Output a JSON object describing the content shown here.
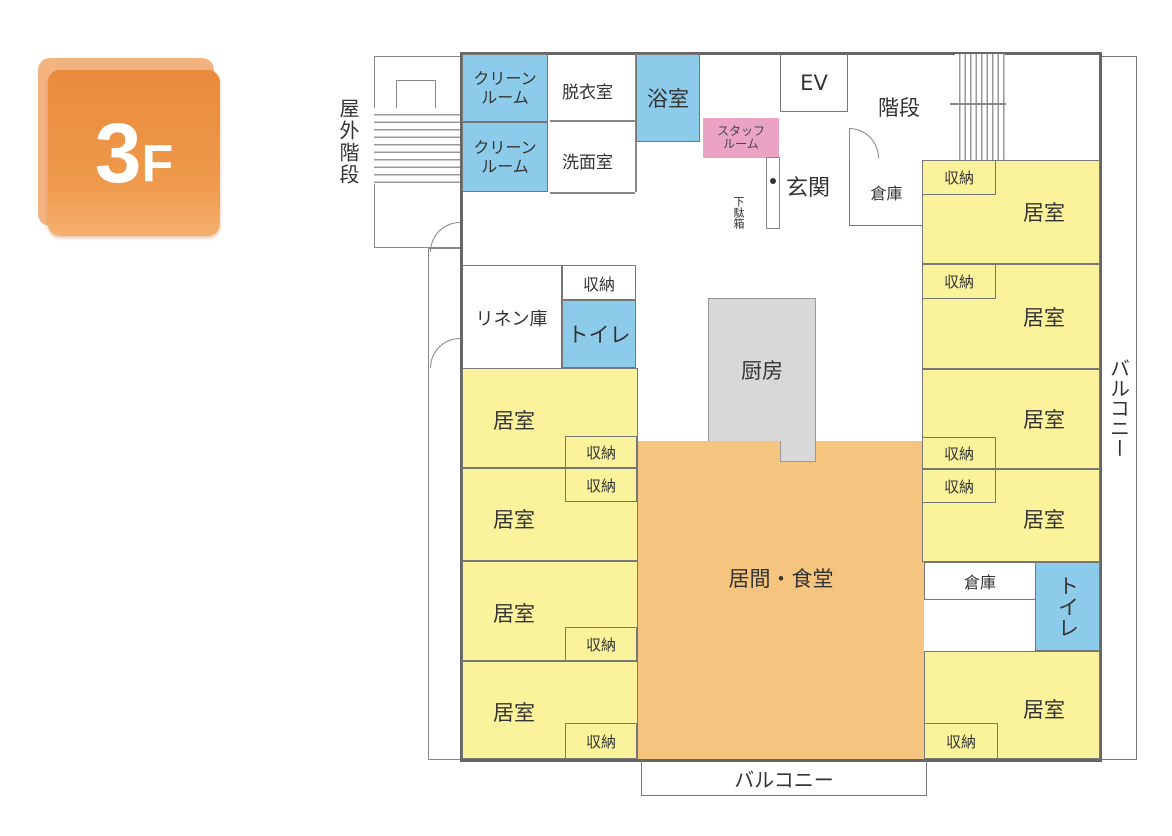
{
  "floor_badge": {
    "number": "3",
    "suffix": "F",
    "color": "#ec8c3e"
  },
  "outdoor_stairs": "屋外階段",
  "rooms": {
    "clean_room_1": "クリーンルーム",
    "clean_room_2": "クリーンルーム",
    "dressing_room": "脱衣室",
    "washroom": "洗面室",
    "bathroom": "浴室",
    "staff_room": "スタッフルーム",
    "elevator": "EV",
    "stairs": "階段",
    "entrance": "玄関",
    "shoe_box": "下駄箱",
    "storehouse_top": "倉庫",
    "linen_room": "リネン庫",
    "storage": "収納",
    "toilet_left": "トイレ",
    "kitchen": "厨房",
    "living_dining": "居間・食堂",
    "bedroom": "居室",
    "storehouse_right": "倉庫",
    "toilet_right": "トイレ",
    "balcony_right": "バルコニー",
    "balcony_bottom": "バルコニー"
  },
  "colors": {
    "wet_area": "#8dcbeb",
    "bedroom": "#fbf39b",
    "dining": "#f5c47e",
    "kitchen": "#d8d8d8",
    "staff": "#eba3c4"
  }
}
